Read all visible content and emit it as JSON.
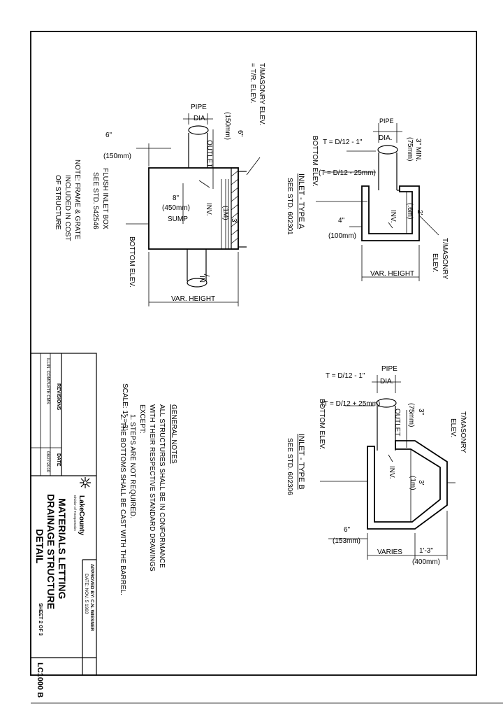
{
  "drawing": {
    "title_lines": [
      "MATERIALS LETTING",
      "DRAINAGE STRUCTURE",
      "DETAIL"
    ],
    "sheet": "SHEET 2 OF 3",
    "number": "LC1000 B",
    "logo": "LakeCounty",
    "logo_sub": "Division of Transportation",
    "approved": "APPROVED BY: C.N. WIESNER",
    "date": "DATE: NOV. 5 1993",
    "scale": "SCALE: 1\" = 3'"
  },
  "revisions": {
    "header": "REVISIONS",
    "date_header": "DATE",
    "row": {
      "description": "ILLIN. COMPLETE CMS",
      "date": "08/27/2010"
    }
  },
  "general_notes": {
    "title": "GENERAL NOTES",
    "lines": [
      "ALL STRUCTURES SHALL BE IN CONFORMANCE",
      "WITH THEIR RESPECTIVE STANDARD DRAWINGS",
      "EXCEPT:",
      "1. STEPS ARE NOT REQUIRED.",
      "2. THE BOTTOMS SHALL BE CAST WITH THE BARREL."
    ]
  },
  "detail_box": {
    "tmasonry": [
      "T/MASONRY ELEV.",
      "= T/R. ELEV."
    ],
    "pipe": "PIPE",
    "dia": "DIA.",
    "dim6": "6\"",
    "dim6mm": "(150mm)",
    "dim6b": "6\"",
    "dim6bmm": "(150mm)",
    "outlet": "OUTLET",
    "inv": "INV.",
    "dim3": "3'",
    "dim3m": "(1M)",
    "sump_dim": "8\"",
    "sump_mm": "(450mm)",
    "sump": "SUMP",
    "in": "IN",
    "bottom": "BOTTOM ELEV.",
    "varheight": "VAR. HEIGHT",
    "note": [
      "FLUSH INLET BOX",
      "SEE STD. 542546",
      "NOTE: FRAME & GRATE",
      "INCLUDED IN COST",
      "OF STRUCTURE"
    ]
  },
  "inlet_a": {
    "t1": "T = D/12 - 1\"",
    "t2": "(T = D/12 - 25mm)",
    "bottom": "BOTTOM ELEV.",
    "pipe": "PIPE",
    "dia": "DIA.",
    "min": "3\" MIN.",
    "minmm": "(75mm)",
    "dim2": "2'",
    "dim2m": "(.6m)",
    "inv": "INV.",
    "dim4": "4\"",
    "dim4mm": "(100mm)",
    "tmasonry": [
      "T/MASONRY",
      "ELEV."
    ],
    "varheight": "VAR. HEIGHT",
    "label": "INLET - TYPE A",
    "std": "SEE STD. 602301"
  },
  "inlet_b": {
    "t1": "T = D/12 - 1\"",
    "t2": "(T = D/12 + 25mm)",
    "bottom": "BOTTOM ELEV.",
    "pipe": "PIPE",
    "dia": "DIA.",
    "outlet": "OUTLET",
    "dim3top": "3\"",
    "dim3topmm": "(75mm)",
    "dim3": "3'",
    "dim3m": "(1m)",
    "inv": "INV.",
    "tmasonry": [
      "T/MASONRY",
      "ELEV."
    ],
    "dim6": "6\"",
    "dim6mm": "(153mm)",
    "varies": "VARIES",
    "dim13": "1'-3\"",
    "dim13mm": "(400mm)",
    "label": "INLET - TYPE B",
    "std": "SEE STD. 602306"
  }
}
